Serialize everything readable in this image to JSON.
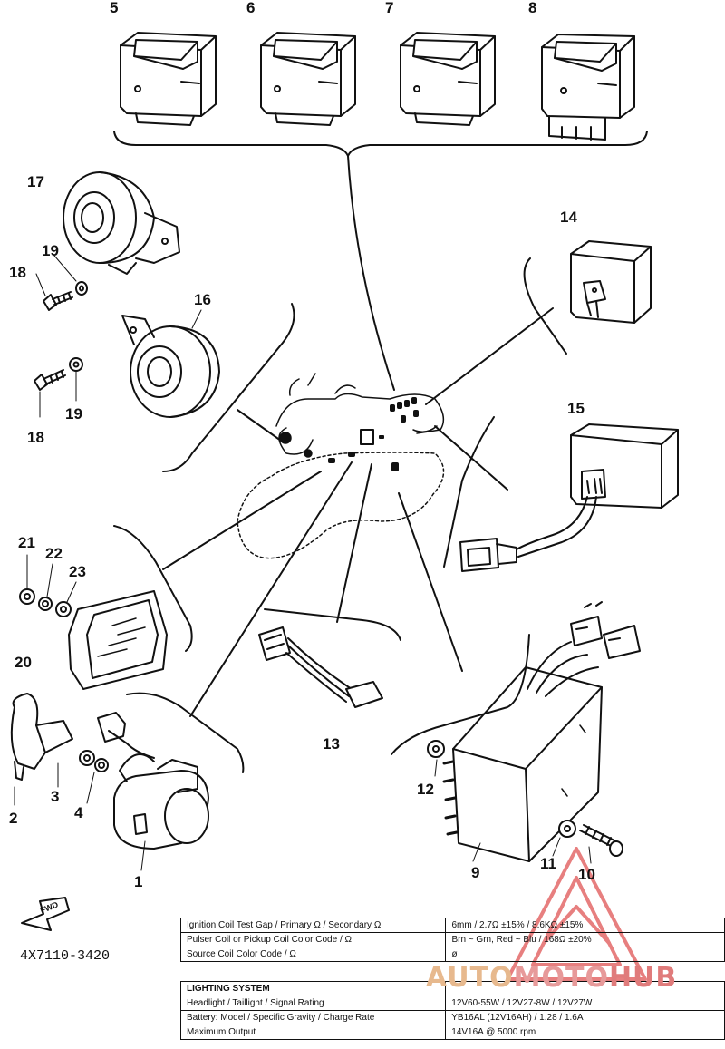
{
  "callouts": [
    {
      "id": "5",
      "label": "5"
    },
    {
      "id": "6",
      "label": "6"
    },
    {
      "id": "7",
      "label": "7"
    },
    {
      "id": "8",
      "label": "8"
    },
    {
      "id": "17",
      "label": "17"
    },
    {
      "id": "19a",
      "label": "19"
    },
    {
      "id": "18a",
      "label": "18"
    },
    {
      "id": "16",
      "label": "16"
    },
    {
      "id": "19b",
      "label": "19"
    },
    {
      "id": "18b",
      "label": "18"
    },
    {
      "id": "14",
      "label": "14"
    },
    {
      "id": "15",
      "label": "15"
    },
    {
      "id": "21",
      "label": "21"
    },
    {
      "id": "22",
      "label": "22"
    },
    {
      "id": "23",
      "label": "23"
    },
    {
      "id": "20",
      "label": "20"
    },
    {
      "id": "13",
      "label": "13"
    },
    {
      "id": "12",
      "label": "12"
    },
    {
      "id": "2",
      "label": "2"
    },
    {
      "id": "3",
      "label": "3"
    },
    {
      "id": "4",
      "label": "4"
    },
    {
      "id": "1",
      "label": "1"
    },
    {
      "id": "9",
      "label": "9"
    },
    {
      "id": "11",
      "label": "11"
    },
    {
      "id": "10",
      "label": "10"
    }
  ],
  "fwd_arrow_label": "FWD",
  "part_code": "4X7110-3420",
  "ignition_table": {
    "rows": [
      {
        "label": "Ignition Coil Test Gap / Primary Ω / Secondary Ω",
        "value": "6mm / 2.7Ω ±15% / 8.6KΩ ±15%"
      },
      {
        "label": "Pulser Coil or Pickup Coil Color Code / Ω",
        "value": "Brn ~ Grn, Red ~ Blu / 168Ω ±20%"
      },
      {
        "label": "Source Coil Color Code / Ω",
        "value": "ø"
      }
    ]
  },
  "lighting_table": {
    "heading": "LIGHTING SYSTEM",
    "rows": [
      {
        "label": "Headlight / Taillight / Signal Rating",
        "value": "12V60-55W / 12V27-8W / 12V27W"
      },
      {
        "label": "Battery: Model / Specific Gravity / Charge Rate",
        "value": "YB16AL (12V16AH) / 1.28 / 1.6A"
      },
      {
        "label": "Maximum Output",
        "value": "14V16A @ 5000 rpm"
      }
    ]
  },
  "watermark": {
    "part1": "AUTO",
    "part2": "MOTO",
    "part3": "HUB",
    "color": "#e05555"
  },
  "colors": {
    "ink": "#111111",
    "paper": "#ffffff",
    "watermark_red": "#e05555"
  }
}
